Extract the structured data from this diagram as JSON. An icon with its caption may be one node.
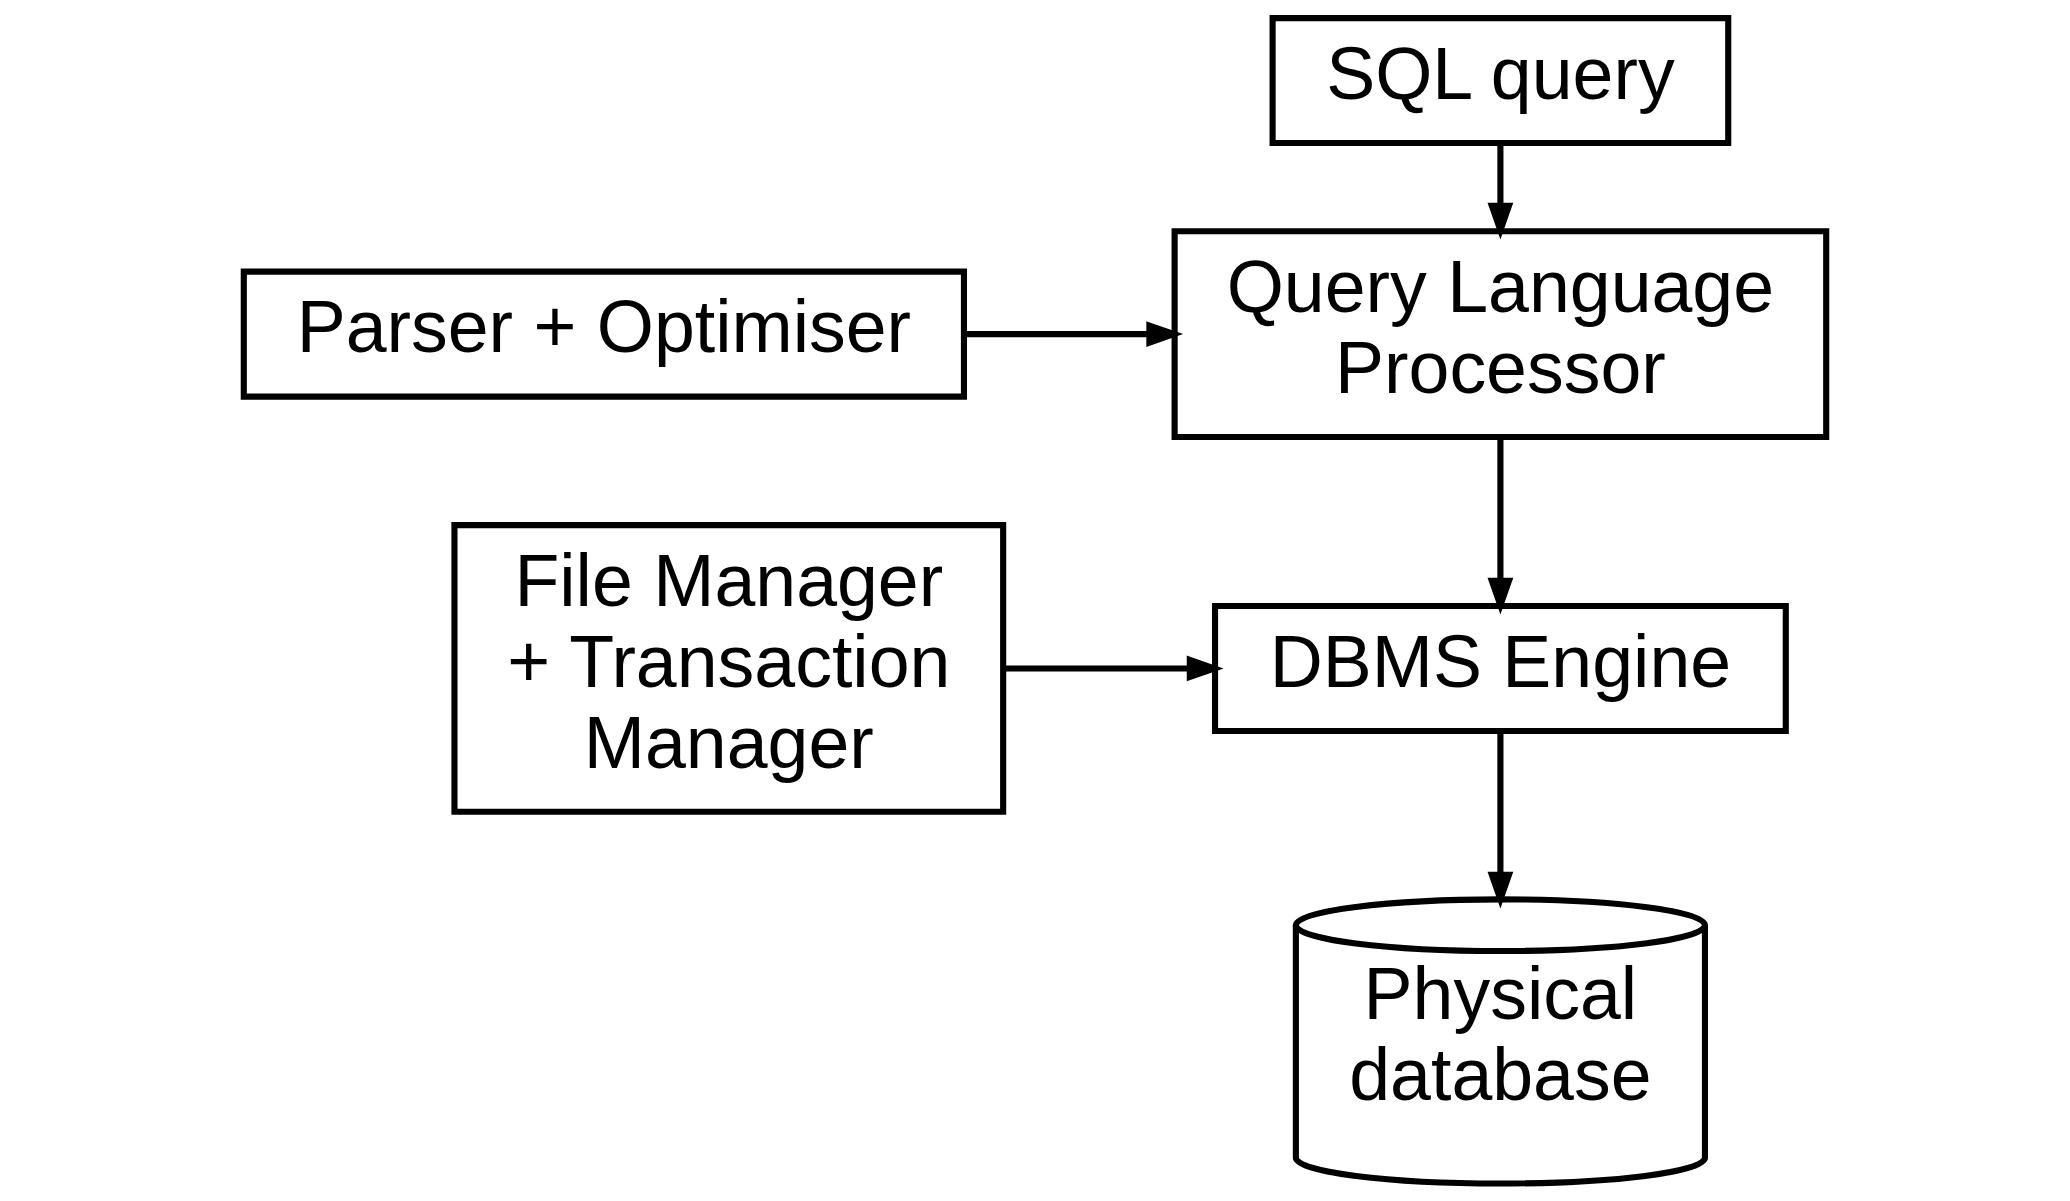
{
  "diagram": {
    "nodes": [
      {
        "text": [
          "SQL query"
        ]
      },
      {
        "text": [
          "Query Language Processor"
        ]
      },
      {
        "text": [
          "Parser + Optimiser"
        ]
      },
      {
        "text": [
          "DBMS Engine"
        ]
      },
      {
        "text": [
          "File Manager + Transaction Manager"
        ]
      },
      {
        "text": [
          "Physical database"
        ]
      }
    ],
    "edges": [
      {
        "from": 0,
        "to": 1,
        "arrow": "to"
      },
      {
        "from": 2,
        "to": 1,
        "arrow": "to"
      },
      {
        "from": 1,
        "to": 3,
        "arrow": "to"
      },
      {
        "from": 4,
        "to": 3,
        "arrow": "to"
      },
      {
        "from": 3,
        "to": 5,
        "arrow": "to"
      }
    ]
  }
}
